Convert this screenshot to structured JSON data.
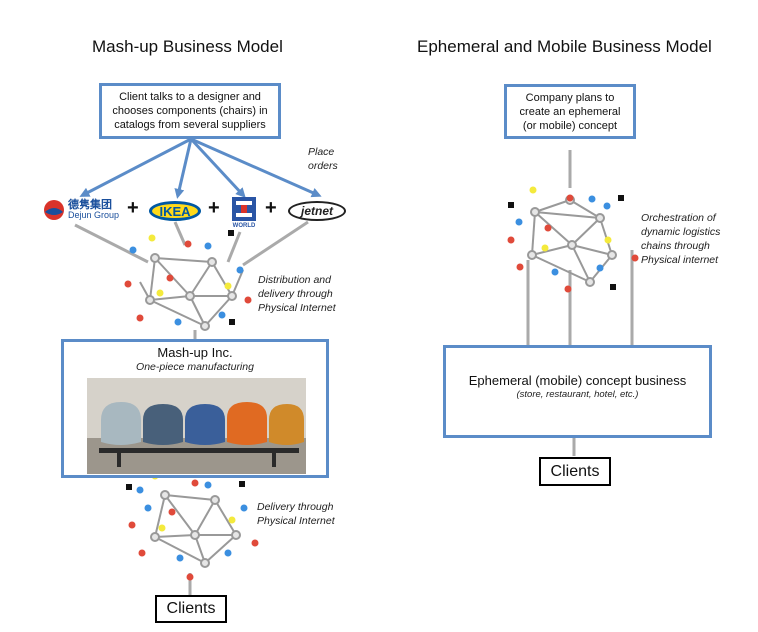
{
  "left": {
    "title": "Mash-up Business Model",
    "client_box": "Client talks to a designer and chooses components (chairs) in catalogs from several suppliers",
    "place_orders": "Place orders",
    "logos": [
      {
        "name": "dejun-group",
        "text_main": "德隽集团",
        "text_sub": "Dejun Group",
        "color": "#1a4f9c"
      },
      {
        "name": "ikea",
        "text_main": "IKEA",
        "color": "#0058a3",
        "accent": "#ffda1a"
      },
      {
        "name": "hm-world",
        "text_main": "WORLD",
        "color": "#2a55a5",
        "accent": "#d9332a"
      },
      {
        "name": "jetnet",
        "text_main": "jetnet",
        "color": "#222222"
      }
    ],
    "plus": "+",
    "distribution_label": "Distribution and delivery through Physical Internet",
    "mashup_title": "Mash-up Inc.",
    "mashup_sub": "One-piece manufacturing",
    "delivery_label": "Delivery through Physical Internet",
    "clients": "Clients"
  },
  "right": {
    "title": "Ephemeral and Mobile Business Model",
    "company_box": "Company plans to create an ephemeral (or mobile) concept",
    "orchestration_label": "Orchestration of dynamic logistics chains through Physical internet",
    "business_title": "Ephemeral (mobile) concept business",
    "business_sub": "(store, restaurant, hotel, etc.)",
    "clients": "Clients"
  },
  "colors": {
    "box_border": "#5b8cc8",
    "arrow": "#5b8cc8",
    "edge": "#999999",
    "node": "#e6e6e6",
    "dot_red": "#e04a3a",
    "dot_blue": "#3b8fe0",
    "dot_yellow": "#f4ea3c",
    "dot_black": "#111111"
  }
}
